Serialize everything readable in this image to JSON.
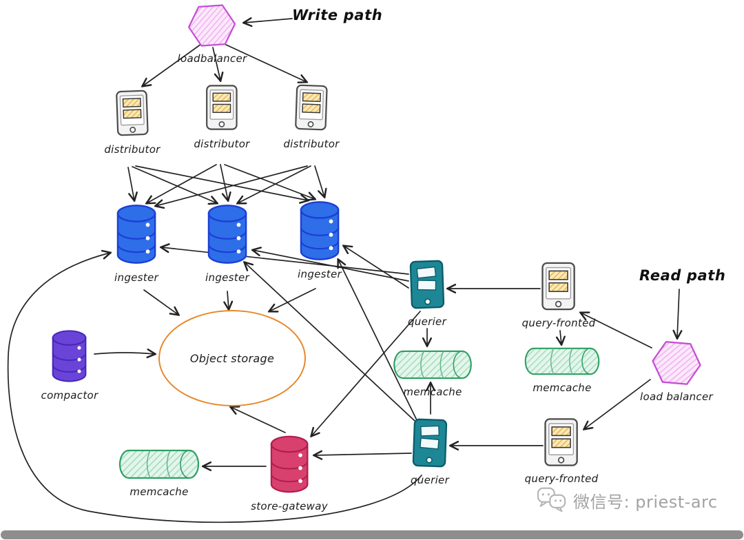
{
  "titles": {
    "write_path": "Write path",
    "read_path": "Read path"
  },
  "nodes": {
    "loadbalancer_write": {
      "label": "loadbalancer",
      "type": "load-balancer-hexagon"
    },
    "distributors": [
      {
        "label": "distributor"
      },
      {
        "label": "distributor"
      },
      {
        "label": "distributor"
      }
    ],
    "ingesters": [
      {
        "label": "ingester"
      },
      {
        "label": "ingester"
      },
      {
        "label": "ingester"
      }
    ],
    "object_storage": {
      "label": "Object storage"
    },
    "compactor": {
      "label": "compactor"
    },
    "memcache_left": {
      "label": "memcache"
    },
    "store_gateway": {
      "label": "store-gateway"
    },
    "querier_top": {
      "label": "querier"
    },
    "query_fronted_top": {
      "label": "query-fronted"
    },
    "memcache_read_top": {
      "label": "memcache"
    },
    "memcache_read_bottom": {
      "label": "memcache"
    },
    "loadbalancer_read": {
      "label": "load balancer"
    },
    "querier_bottom": {
      "label": "querier"
    },
    "query_fronted_bottom": {
      "label": "query-fronted"
    }
  },
  "edges": [
    "write-path-label -> loadbalancer_write",
    "loadbalancer_write -> distributor_1",
    "loadbalancer_write -> distributor_2",
    "loadbalancer_write -> distributor_3",
    "distributor_1 -> ingester_1",
    "distributor_1 -> ingester_2",
    "distributor_1 -> ingester_3",
    "distributor_2 -> ingester_1",
    "distributor_2 -> ingester_2",
    "distributor_2 -> ingester_3",
    "distributor_3 -> ingester_1",
    "distributor_3 -> ingester_2",
    "distributor_3 -> ingester_3",
    "ingester_1 -> object_storage",
    "ingester_2 -> object_storage",
    "ingester_3 -> object_storage",
    "compactor -> object_storage",
    "store_gateway -> object_storage",
    "store_gateway -> memcache_left",
    "querier_top -> ingester_1",
    "querier_top -> ingester_2",
    "querier_top -> ingester_3",
    "querier_top -> store_gateway",
    "querier_top -> memcache_read_top",
    "query_fronted_top -> querier_top",
    "query_fronted_top -> memcache_read_bottom",
    "read-path-label -> loadbalancer_read",
    "loadbalancer_read -> query_fronted_top",
    "loadbalancer_read -> query_fronted_bottom",
    "query_fronted_bottom -> querier_bottom",
    "querier_bottom -> memcache_read_top",
    "querier_bottom -> store_gateway",
    "querier_bottom -> ingester_1",
    "querier_bottom -> ingester_2",
    "querier_bottom -> ingester_3"
  ],
  "watermark": {
    "wechat_label": "微信号: priest-arc"
  },
  "colors": {
    "ingester_fill": "#2e6ee8",
    "compactor_fill": "#6a44d9",
    "store_gateway_fill": "#d8416e",
    "memcache_stroke": "#2f9e62",
    "querier_fill": "#1d8796",
    "hexagon_stroke": "#c44fd4",
    "object_storage_stroke": "#e8872a",
    "tablet_screen_fill": "#fbe9b4",
    "arrow": "#222222"
  }
}
